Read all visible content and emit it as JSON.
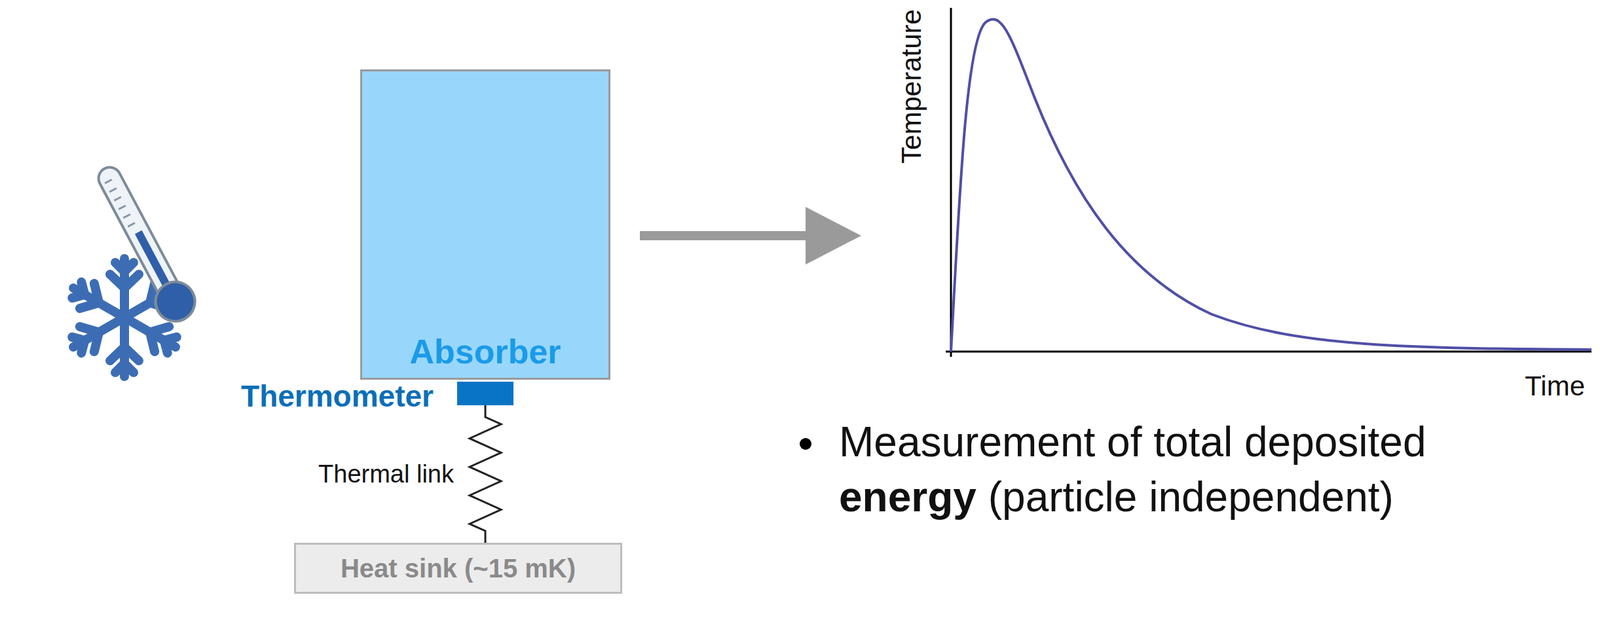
{
  "diagram": {
    "nodes": [
      {
        "text": [
          "Absorber"
        ]
      },
      {
        "text": [
          "Thermometer"
        ]
      },
      {
        "text": [
          "Heat sink (~15 mK)"
        ]
      }
    ],
    "edges": [
      {
        "from": 1,
        "to": 2,
        "arrow": "none",
        "label": "Thermal link"
      }
    ],
    "labels": [
      "Temperature",
      "Time",
      "Measurement of total deposited",
      "energy",
      "(particle independent)"
    ]
  }
}
